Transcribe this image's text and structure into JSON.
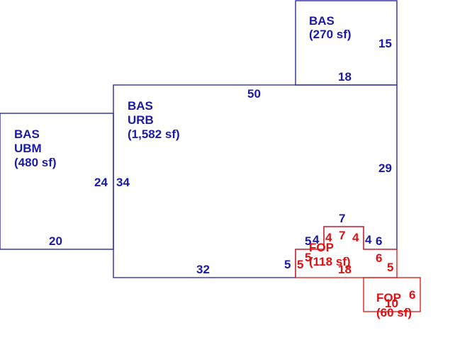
{
  "colors": {
    "structure": "#1a1aa8",
    "porch": "#e01010"
  },
  "areas": {
    "bas_top": {
      "code": "BAS",
      "area": "(270 sf)"
    },
    "bas_main": {
      "code": "BAS",
      "sub": "URB",
      "area": "(1,582 sf)"
    },
    "bas_left": {
      "code": "BAS",
      "sub": "UBM",
      "area": "(480 sf)"
    },
    "fop_mid": {
      "code": "FOP",
      "area": "(118 sf)"
    },
    "fop_small": {
      "code": "FOP",
      "area": "(60 sf)"
    }
  },
  "dimensions": {
    "top_right": "15",
    "top_bottom": "18",
    "main_top": "50",
    "main_right": "29",
    "main_bottom": "32",
    "main_left": "34",
    "left_right": "24",
    "left_bottom": "20",
    "bump_top": "7",
    "bump_left_a": "5",
    "bump_left_b": "4",
    "bump_right": "4",
    "right_step": "6",
    "lower_left": "5"
  },
  "porch_dimensions": {
    "inner_left_4": "4",
    "inner_top_7": "7",
    "inner_right_4": "4",
    "inner_left_5": "5",
    "right_6": "6",
    "left_5": "5",
    "right_5": "5",
    "bottom_18": "18",
    "small_10": "10",
    "small_6": "6"
  }
}
